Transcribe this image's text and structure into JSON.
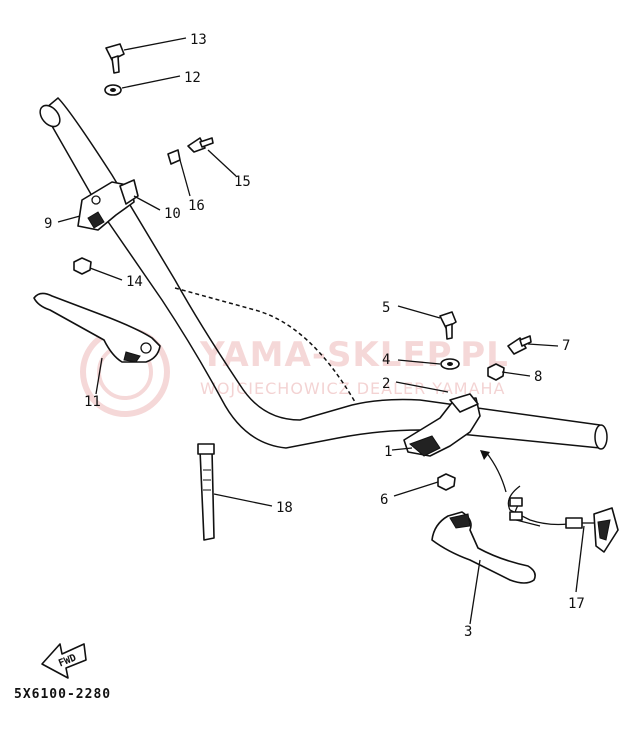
{
  "diagram": {
    "drawing_code": "5X6100-2280",
    "fwd_label": "FWD",
    "watermark": {
      "main": "YAMA-SKLEP.PL",
      "sub": "WOJCIECHOWICZ DEALER YAMAHA"
    },
    "callouts": [
      {
        "id": "c1",
        "label": "1"
      },
      {
        "id": "c2",
        "label": "2"
      },
      {
        "id": "c3",
        "label": "3"
      },
      {
        "id": "c4",
        "label": "4"
      },
      {
        "id": "c5",
        "label": "5"
      },
      {
        "id": "c6",
        "label": "6"
      },
      {
        "id": "c7",
        "label": "7"
      },
      {
        "id": "c8",
        "label": "8"
      },
      {
        "id": "c9",
        "label": "9"
      },
      {
        "id": "c10",
        "label": "10"
      },
      {
        "id": "c11",
        "label": "11"
      },
      {
        "id": "c12",
        "label": "12"
      },
      {
        "id": "c13",
        "label": "13"
      },
      {
        "id": "c14",
        "label": "14"
      },
      {
        "id": "c15",
        "label": "15"
      },
      {
        "id": "c16",
        "label": "16"
      },
      {
        "id": "c17",
        "label": "17"
      },
      {
        "id": "c18",
        "label": "18"
      }
    ]
  }
}
